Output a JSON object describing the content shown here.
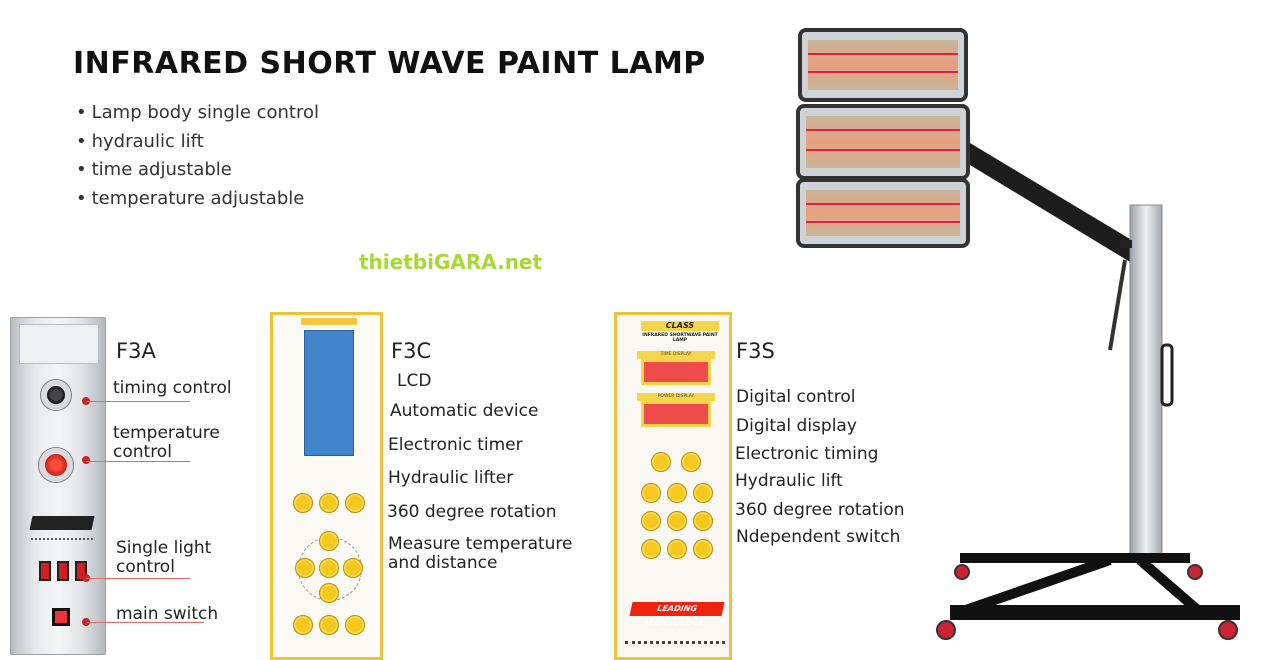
{
  "header": {
    "title": "INFRARED SHORT WAVE PAINT LAMP",
    "features": [
      "Lamp body single control",
      "hydraulic lift",
      "time adjustable",
      "temperature adjustable"
    ]
  },
  "watermark": "thietbiGARA.net",
  "f3a": {
    "model": "F3A",
    "labels": [
      "timing control",
      "temperature\ncontrol",
      "Single light\ncontrol",
      "main switch"
    ]
  },
  "f3c": {
    "model": "F3C",
    "subtitle": "LCD",
    "features": [
      "Automatic device",
      "Electronic timer",
      "Hydraulic lifter",
      "360 degree rotation",
      "Measure temperature\nand distance"
    ]
  },
  "f3s": {
    "model": "F3S",
    "brand": "CLASS",
    "panel_subtitle": "INFRARED SHORTWAVE PAINT LAMP",
    "time_display": "TIME DISPLAY",
    "power_display": "POWER DISPLAY",
    "panel_logo": "LEADING TECHNOLOGY",
    "features": [
      "Digital control",
      "Digital display",
      "Electronic timing",
      "Hydraulic lift",
      "360 degree rotation",
      "Ndependent switch"
    ]
  },
  "colors": {
    "accent_yellow": "#f0c23a",
    "watermark_green": "#a6d933",
    "leader_red": "#d86a6a",
    "screen_blue": "#4185cc",
    "display_red": "#ee4b4b"
  }
}
